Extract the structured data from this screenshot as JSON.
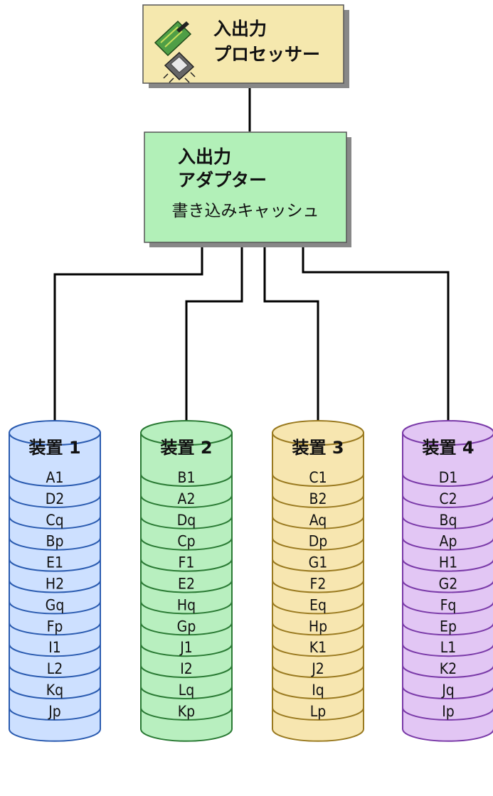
{
  "processor": {
    "line1": "入出力",
    "line2": "プロセッサー",
    "icon": "io-card-chip-icon",
    "fill": "#f5e8ae"
  },
  "adapter": {
    "line1": "入出力",
    "line2": "アダプター",
    "line3": "書き込みキャッシュ",
    "fill": "#b2f0b8"
  },
  "devices": [
    {
      "title": "装置 1",
      "fill": "#cde0ff",
      "stroke": "#2a5bb0",
      "slots": [
        "A1",
        "D2",
        "Cq",
        "Bp",
        "E1",
        "H2",
        "Gq",
        "Fp",
        "I1",
        "L2",
        "Kq",
        "Jp"
      ]
    },
    {
      "title": "装置 2",
      "fill": "#b8efbf",
      "stroke": "#2a7a34",
      "slots": [
        "B1",
        "A2",
        "Dq",
        "Cp",
        "F1",
        "E2",
        "Hq",
        "Gp",
        "J1",
        "I2",
        "Lq",
        "Kp"
      ]
    },
    {
      "title": "装置 3",
      "fill": "#f7e6b0",
      "stroke": "#9a7a20",
      "slots": [
        "C1",
        "B2",
        "Aq",
        "Dp",
        "G1",
        "F2",
        "Eq",
        "Hp",
        "K1",
        "J2",
        "Iq",
        "Lp"
      ]
    },
    {
      "title": "装置 4",
      "fill": "#e2c6f4",
      "stroke": "#7a3aa8",
      "slots": [
        "D1",
        "C2",
        "Bq",
        "Ap",
        "H1",
        "G2",
        "Fq",
        "Ep",
        "L1",
        "K2",
        "Jq",
        "Ip"
      ]
    }
  ]
}
